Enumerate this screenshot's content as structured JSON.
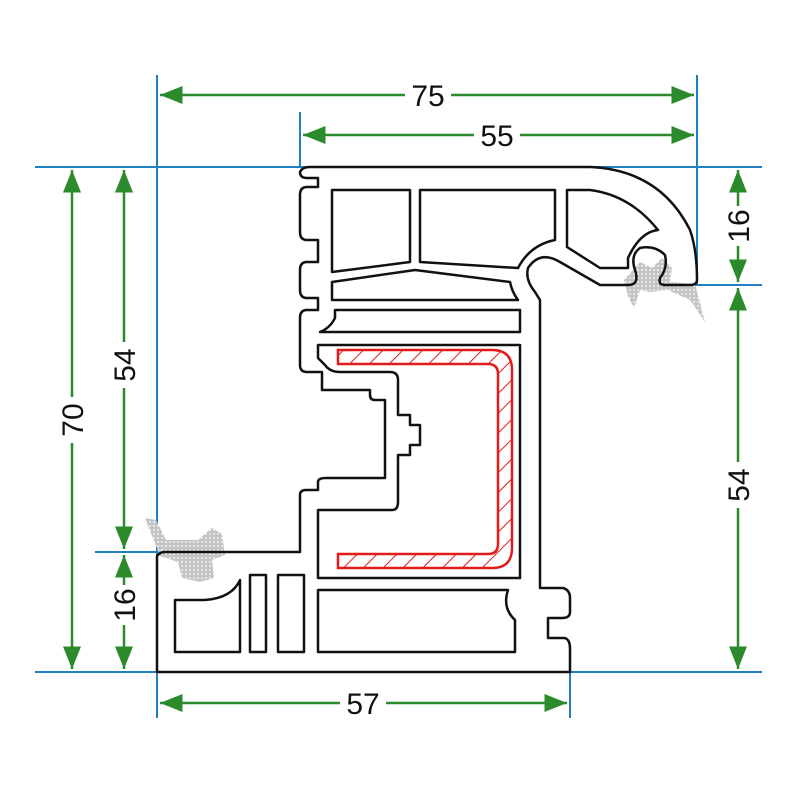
{
  "title": "Window profile cross-section",
  "colors": {
    "extension_line": "#1f7fc0",
    "dimension_line": "#2b8a2b",
    "profile_outline": "#111111",
    "reinforcement": "#e31b1b",
    "gasket": "#b8b8b8"
  },
  "dimensions": {
    "overall_width": "75",
    "sash_width": "55",
    "frame_width": "57",
    "overall_height": "70",
    "left_height": "54",
    "left_bottom_height": "16",
    "right_top_height": "16",
    "right_height": "54"
  }
}
